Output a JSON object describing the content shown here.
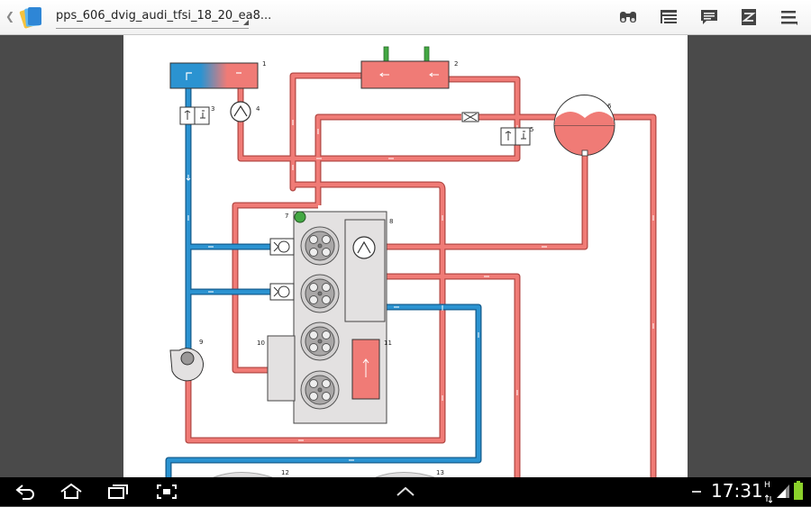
{
  "app": {
    "document_title": "pps_606_dvig_audi_tfsi_18_20_ea8..."
  },
  "toolbar_icons": [
    "binoculars-icon",
    "outline-icon",
    "comment-icon",
    "annotation-icon",
    "menu-icon"
  ],
  "diagram": {
    "labels": [
      "1",
      "2",
      "3",
      "4",
      "5",
      "6",
      "7",
      "8",
      "9",
      "10",
      "11",
      "12",
      "13"
    ]
  },
  "status": {
    "time": "17:31",
    "network": "H"
  },
  "colors": {
    "hot": "#ef6f6a",
    "hot_fill": "#f07b76",
    "cold": "#2b93d1",
    "engine": "#e3e1e1",
    "valve_green": "#43a843",
    "indicator_green": "#8bd12b"
  }
}
